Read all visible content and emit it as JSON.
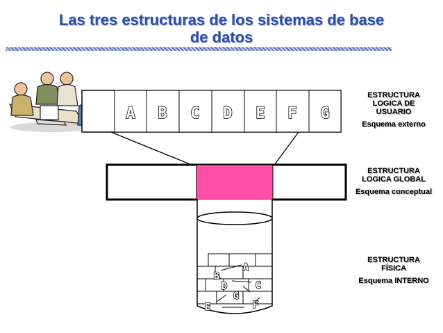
{
  "title_line1": "Las tres estructuras de los sistemas de base",
  "title_line2": "de datos",
  "external_letters": [
    "A",
    "B",
    "C",
    "D",
    "E",
    "F",
    "G"
  ],
  "internal_letters": [
    "A",
    "B",
    "C",
    "D",
    "E",
    "F",
    "G"
  ],
  "levels": [
    {
      "name_lines": [
        "ESTRUCTURA",
        "LOGICA DE",
        "USUARIO"
      ],
      "schema": "Esquema externo"
    },
    {
      "name_lines": [
        "ESTRUCTURA",
        "LOGICA GLOBAL"
      ],
      "schema": "Esquema conceptual"
    },
    {
      "name_lines": [
        "ESTRUCTURA",
        "FÍSICA"
      ],
      "schema": "Esquema INTERNO"
    }
  ],
  "colors": {
    "title": "#2a4fa8",
    "conceptual_highlight": "#ff4fa7"
  },
  "icons": [
    "people-at-computer-clipart"
  ]
}
